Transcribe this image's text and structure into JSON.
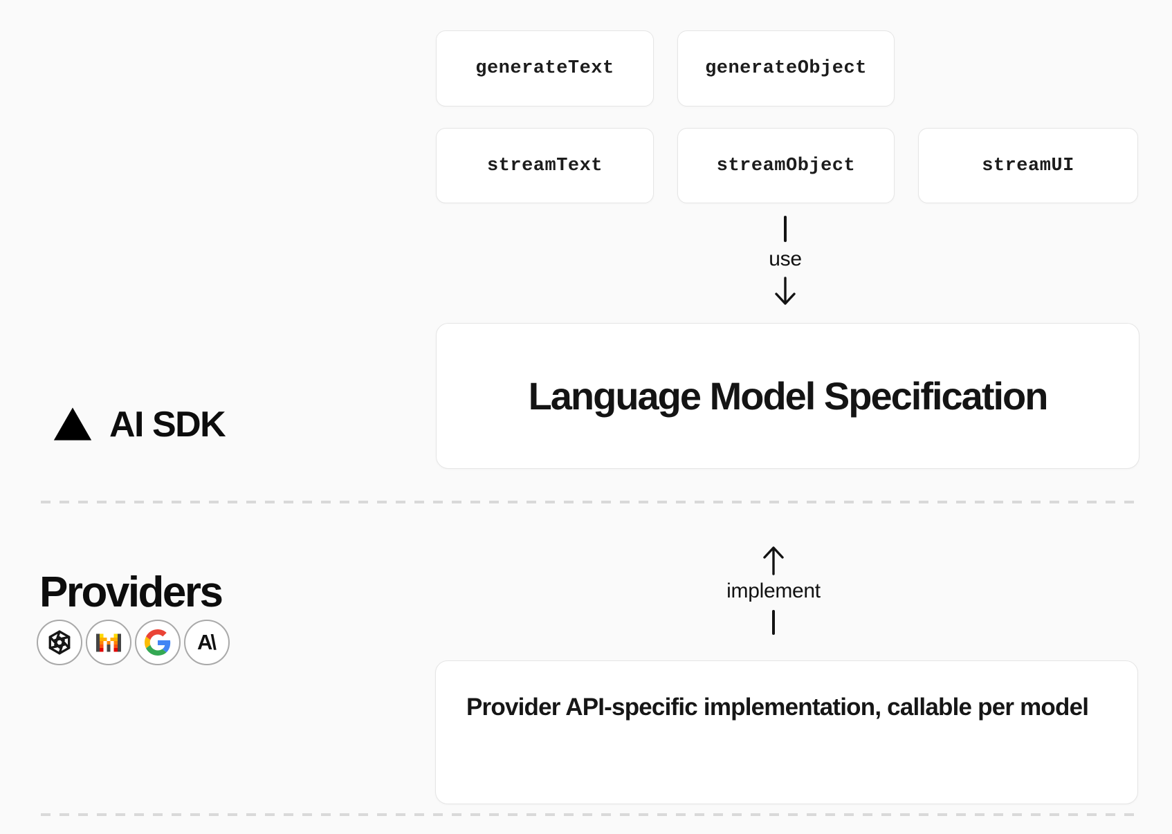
{
  "ai_sdk": {
    "brand": "AI SDK",
    "brand_icon": "vercel-triangle-icon",
    "function_boxes": [
      "generateText",
      "generateObject",
      "streamText",
      "streamObject",
      "streamUI"
    ],
    "use_label": "use",
    "spec_box_title": "Language Model Specification"
  },
  "providers": {
    "heading": "Providers",
    "icons": [
      {
        "name": "openai-icon"
      },
      {
        "name": "mistral-icon"
      },
      {
        "name": "google-icon"
      },
      {
        "name": "anthropic-icon"
      }
    ],
    "anthropic_glyph": "A\\",
    "implement_label": "implement",
    "impl_box_text": "Provider API-specific implementation, callable per model"
  },
  "colors": {
    "page_background": "#fafafa",
    "box_background": "#ffffff",
    "box_border": "#e5e5e5",
    "text": "#171717",
    "dashed_divider": "#d9d9d9",
    "mistral_palette": [
      "#FFD800",
      "#FFAF00",
      "#FF8205",
      "#FA500F",
      "#E10500",
      "#454545"
    ],
    "google_palette": [
      "#EA4335",
      "#4285F4",
      "#FBBC05",
      "#34A853"
    ]
  }
}
